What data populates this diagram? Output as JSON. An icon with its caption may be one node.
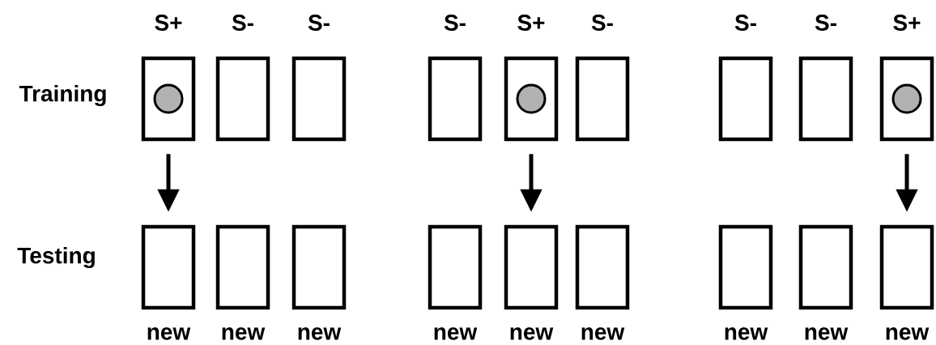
{
  "diagram": {
    "nodes": [
      {
        "text": [],
        "shape": "box",
        "beside": [
          "S+"
        ]
      },
      {
        "text": [],
        "shape": "box",
        "beside": [
          "S-"
        ]
      },
      {
        "text": [],
        "shape": "box",
        "beside": [
          "S-"
        ]
      },
      {
        "text": [],
        "shape": "box",
        "beside": [
          "S-"
        ]
      },
      {
        "text": [],
        "shape": "box",
        "beside": [
          "S+"
        ]
      },
      {
        "text": [],
        "shape": "box",
        "beside": [
          "S-"
        ]
      },
      {
        "text": [],
        "shape": "box",
        "beside": [
          "S-"
        ]
      },
      {
        "text": [],
        "shape": "box",
        "beside": [
          "S-"
        ]
      },
      {
        "text": [],
        "shape": "box",
        "beside": [
          "S+"
        ]
      },
      {
        "text": [],
        "shape": "circle",
        "in": 0
      },
      {
        "text": [],
        "shape": "circle",
        "in": 4
      },
      {
        "text": [],
        "shape": "circle",
        "in": 8
      },
      {
        "text": [],
        "shape": "box",
        "beside": [
          "new"
        ]
      },
      {
        "text": [],
        "shape": "box",
        "beside": [
          "new"
        ]
      },
      {
        "text": [],
        "shape": "box",
        "beside": [
          "new"
        ]
      },
      {
        "text": [],
        "shape": "box",
        "beside": [
          "new"
        ]
      },
      {
        "text": [],
        "shape": "box",
        "beside": [
          "new"
        ]
      },
      {
        "text": [],
        "shape": "box",
        "beside": [
          "new"
        ]
      },
      {
        "text": [],
        "shape": "box",
        "beside": [
          "new"
        ]
      },
      {
        "text": [],
        "shape": "box",
        "beside": [
          "new"
        ]
      },
      {
        "text": [],
        "shape": "box",
        "beside": [
          "new"
        ]
      }
    ],
    "edges": [
      {
        "from": 0,
        "to": 12,
        "arrow": "to"
      },
      {
        "from": 4,
        "to": 16,
        "arrow": "to"
      },
      {
        "from": 8,
        "to": 20,
        "arrow": "to"
      }
    ],
    "labels": [
      "Training",
      "Testing"
    ]
  }
}
